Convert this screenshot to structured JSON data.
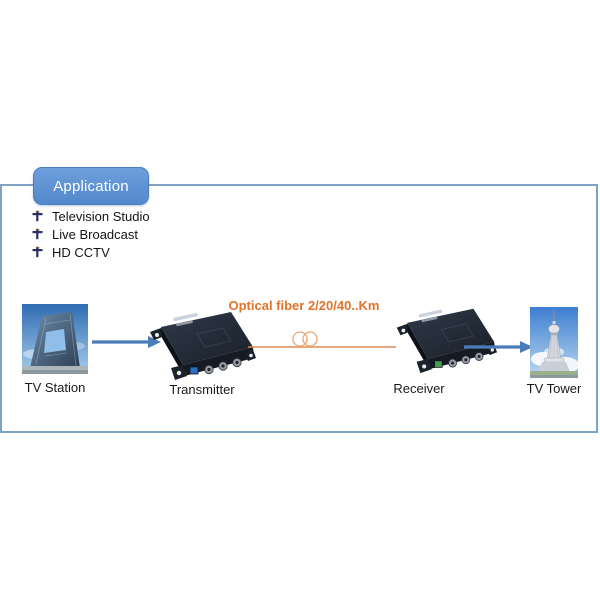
{
  "application_section": {
    "tab_label": "Application",
    "bullet_items": [
      "Television Studio",
      "Live Broadcast",
      "HD CCTV"
    ]
  },
  "diagram": {
    "fiber_label": "Optical fiber 2/20/40..Km",
    "nodes": {
      "tv_station": {
        "label": "TV Station"
      },
      "transmitter": {
        "label": "Transmitter"
      },
      "receiver": {
        "label": "Receiver"
      },
      "tv_tower": {
        "label": "TV Tower"
      }
    }
  },
  "icons": {
    "bullet": "dart-bullet-icon",
    "fiber_coil": "fiber-coil-icon",
    "arrows": "right-arrow-icon"
  },
  "colors": {
    "panel_border": "#7fa3c2",
    "tab_fill": "#5b8fd4",
    "tab_text": "#ffffff",
    "arrow_blue": "#4a7cb8",
    "fiber_orange": "#e2732a",
    "fiber_line": "#dd8a54",
    "label_text": "#1a1a1a"
  }
}
